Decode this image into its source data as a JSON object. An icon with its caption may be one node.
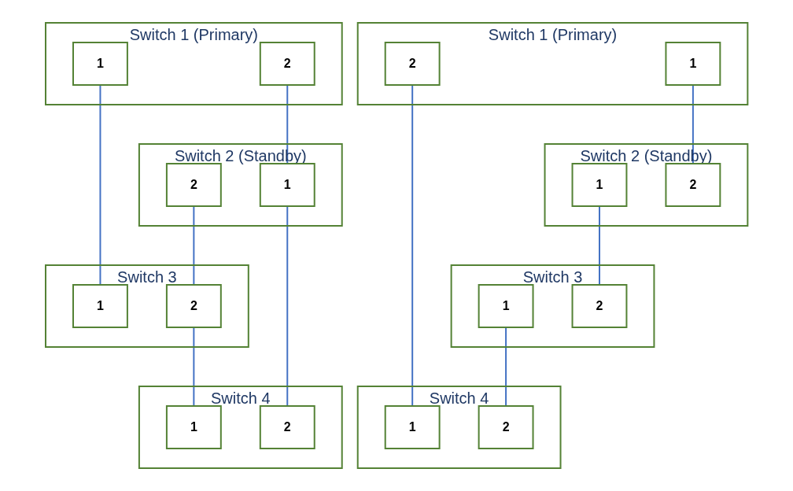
{
  "diagram": {
    "nodes": [
      {
        "text": [
          "Switch 1 (Primary)"
        ]
      },
      {
        "text": [
          "1"
        ],
        "in": 0
      },
      {
        "text": [
          "2"
        ],
        "in": 0
      },
      {
        "text": [
          "Switch 2 (Standby)"
        ]
      },
      {
        "text": [
          "1"
        ],
        "in": 3
      },
      {
        "text": [
          "2"
        ],
        "in": 3
      },
      {
        "text": [
          "Switch 3"
        ]
      },
      {
        "text": [
          "1"
        ],
        "in": 6
      },
      {
        "text": [
          "2"
        ],
        "in": 6
      },
      {
        "text": [
          "Switch 4"
        ]
      },
      {
        "text": [
          "1"
        ],
        "in": 9
      },
      {
        "text": [
          "2"
        ],
        "in": 9
      },
      {
        "text": [
          "Switch 1 (Primary)"
        ]
      },
      {
        "text": [
          "1"
        ],
        "in": 12
      },
      {
        "text": [
          "2"
        ],
        "in": 12
      },
      {
        "text": [
          "Switch 2 (Standby)"
        ]
      },
      {
        "text": [
          "1"
        ],
        "in": 15
      },
      {
        "text": [
          "2"
        ],
        "in": 15
      },
      {
        "text": [
          "Switch 3"
        ]
      },
      {
        "text": [
          "1"
        ],
        "in": 18
      },
      {
        "text": [
          "2"
        ],
        "in": 18
      },
      {
        "text": [
          "Switch 4"
        ]
      },
      {
        "text": [
          "1"
        ],
        "in": 21
      },
      {
        "text": [
          "2"
        ],
        "in": 21
      }
    ],
    "edges": [
      {
        "from": 1,
        "to": 5,
        "arrow": "none"
      },
      {
        "from": 2,
        "to": 10,
        "arrow": "none"
      },
      {
        "from": 4,
        "to": 8,
        "arrow": "none"
      },
      {
        "from": 7,
        "to": 11,
        "arrow": "none"
      },
      {
        "from": 13,
        "to": 19,
        "arrow": "none"
      },
      {
        "from": 14,
        "to": 16,
        "arrow": "none"
      },
      {
        "from": 16,
        "to": 23,
        "arrow": "none"
      },
      {
        "from": 17,
        "to": 20,
        "arrow": "none"
      },
      {
        "from": 20,
        "to": 22,
        "arrow": "none"
      }
    ]
  }
}
